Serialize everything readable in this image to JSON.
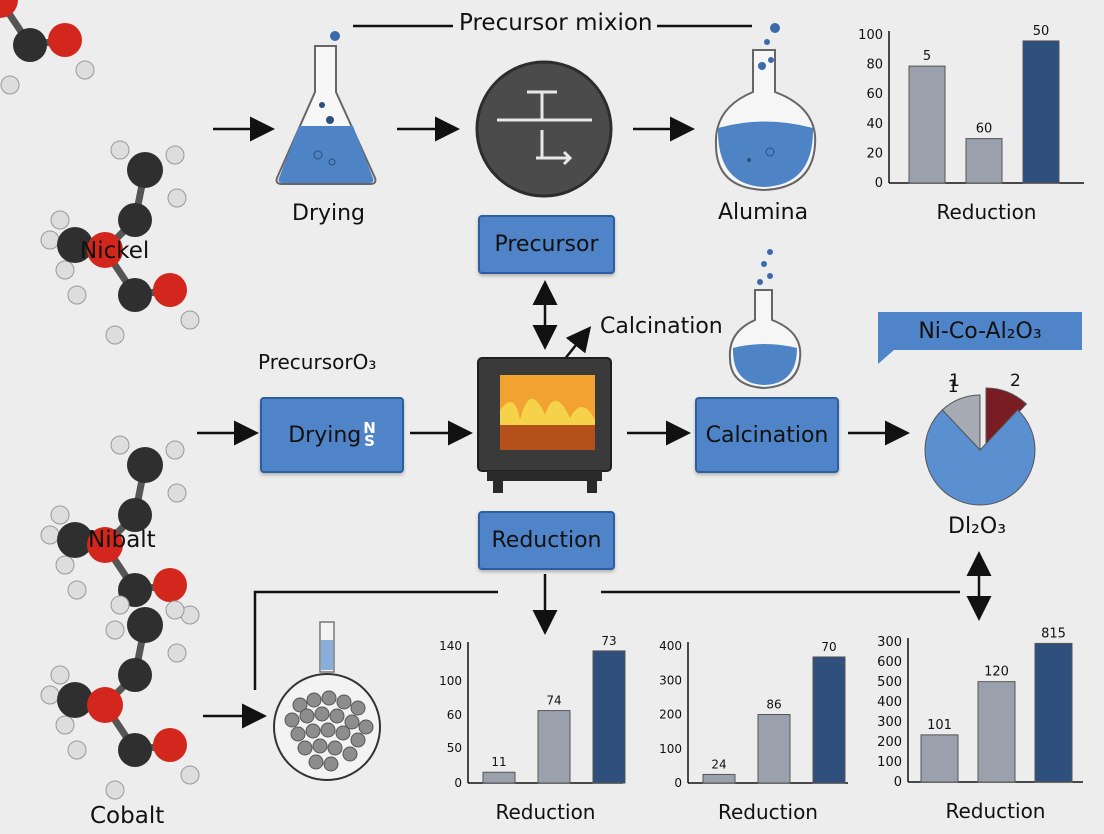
{
  "title": "Precursor mixion",
  "molecules": [
    {
      "label": "Nickel"
    },
    {
      "label": "Nibalt"
    },
    {
      "label": "Cobalt"
    }
  ],
  "labels": {
    "drying_flask": "Drying",
    "alumina_flask": "Alumina",
    "precursor_o3": "PrecursorO₃",
    "calcination_arrow": "Calcination",
    "pie_bottom": "Dl₂O₃"
  },
  "boxes": {
    "precursor": "Precursor",
    "drying": "Drying",
    "drying_ns_top": "N",
    "drying_ns_bottom": "S",
    "calcination": "Calcination",
    "reduction": "Reduction"
  },
  "callout": "Ni-Co-Al₂O₃",
  "colors": {
    "accent_blue": "#4f85c8",
    "bar_light": "#9aa1ac",
    "bar_dark": "#2f4f7c",
    "pie_blue": "#5a8fd0",
    "pie_grey": "#a7abb3",
    "pie_red": "#7a1c24"
  },
  "chart_data": [
    {
      "type": "bar",
      "xlabel": "Reduction",
      "ylim": [
        0,
        100
      ],
      "yticks": [
        0,
        20,
        40,
        60,
        80,
        100
      ],
      "values": [
        79,
        30,
        96
      ],
      "data_labels": [
        "5",
        "60",
        "50"
      ]
    },
    {
      "type": "bar",
      "xlabel": "Reduction",
      "ylim": [
        0,
        140
      ],
      "yticks": [
        0,
        50,
        60,
        100,
        140
      ],
      "ytick_positions": [
        0,
        35,
        68,
        102,
        137
      ],
      "values": [
        11,
        74,
        135
      ],
      "data_labels": [
        "11",
        "74",
        "73"
      ]
    },
    {
      "type": "bar",
      "xlabel": "Reduction",
      "ylim": [
        0,
        400
      ],
      "yticks": [
        0,
        100,
        200,
        300,
        400
      ],
      "values": [
        25,
        200,
        368
      ],
      "data_labels": [
        "24",
        "86",
        "70"
      ]
    },
    {
      "type": "bar",
      "xlabel": "Reduction",
      "ylim": [
        0,
        300
      ],
      "yticks": [
        0,
        100,
        200,
        300,
        400,
        500,
        600,
        300
      ],
      "ytick_positions": [
        0,
        37,
        75,
        112,
        150,
        187,
        225,
        262
      ],
      "values": [
        101,
        215,
        297
      ],
      "data_labels": [
        "101",
        "120",
        "815"
      ]
    },
    {
      "type": "pie",
      "slices": [
        {
          "label": "1",
          "value": 12
        },
        {
          "label": "2",
          "value": 12
        },
        {
          "label": "",
          "value": 76
        }
      ],
      "extra_label": "1"
    }
  ]
}
